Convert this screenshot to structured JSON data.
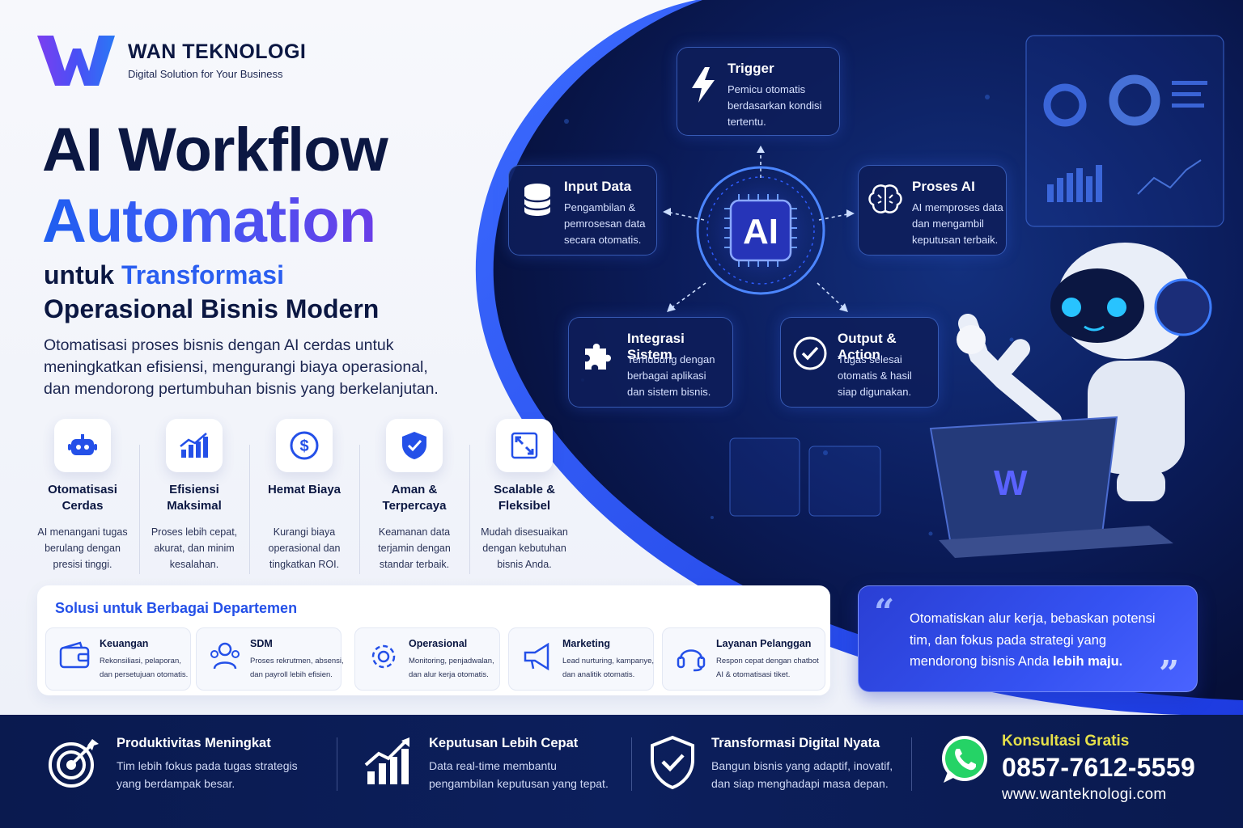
{
  "brand": {
    "name": "WAN TEKNOLOGI",
    "tagline": "Digital Solution for Your Business",
    "logo_letter": "W"
  },
  "hero": {
    "title_line1": "AI Workflow",
    "title_line2": "Automation",
    "sub_prefix": "untuk",
    "sub_highlight": "Transformasi",
    "sub_line2": "Operasional Bisnis Modern",
    "description": "Otomatisasi proses bisnis dengan AI cerdas untuk meningkatkan efisiensi, mengurangi biaya operasional, dan mendorong pertumbuhan bisnis yang berkelanjutan."
  },
  "features": [
    {
      "icon": "robot-icon",
      "title": "Otomatisasi Cerdas",
      "desc": "AI menangani tugas berulang dengan presisi tinggi."
    },
    {
      "icon": "growth-chart-icon",
      "title": "Efisiensi Maksimal",
      "desc": "Proses lebih cepat, akurat, dan minim kesalahan."
    },
    {
      "icon": "dollar-icon",
      "title": "Hemat Biaya",
      "desc": "Kurangi biaya operasional dan tingkatkan ROI."
    },
    {
      "icon": "shield-check-icon",
      "title": "Aman & Terpercaya",
      "desc": "Keamanan data terjamin dengan standar terbaik."
    },
    {
      "icon": "expand-icon",
      "title": "Scalable & Fleksibel",
      "desc": "Mudah disesuaikan dengan kebutuhan bisnis Anda."
    }
  ],
  "departments": {
    "title": "Solusi untuk Berbagai Departemen",
    "items": [
      {
        "icon": "wallet-icon",
        "name": "Keuangan",
        "desc": "Rekonsiliasi, pelaporan, dan persetujuan otomatis."
      },
      {
        "icon": "people-icon",
        "name": "SDM",
        "desc": "Proses rekrutmen, absensi, dan payroll lebih efisien."
      },
      {
        "icon": "gear-icon",
        "name": "Operasional",
        "desc": "Monitoring, penjadwalan, dan alur kerja otomatis."
      },
      {
        "icon": "megaphone-icon",
        "name": "Marketing",
        "desc": "Lead nurturing, kampanye, dan analitik otomatis."
      },
      {
        "icon": "headset-icon",
        "name": "Layanan Pelanggan",
        "desc": "Respon cepat dengan chatbot AI & otomatisasi tiket."
      }
    ]
  },
  "workflow": {
    "core_label": "AI",
    "steps": [
      {
        "icon": "lightning-icon",
        "title": "Trigger",
        "desc": "Pemicu otomatis berdasarkan kondisi tertentu."
      },
      {
        "icon": "database-icon",
        "title": "Input Data",
        "desc": "Pengambilan & pemrosesan data secara otomatis."
      },
      {
        "icon": "brain-icon",
        "title": "Proses AI",
        "desc": "AI memproses data dan mengambil keputusan terbaik."
      },
      {
        "icon": "puzzle-icon",
        "title": "Integrasi Sistem",
        "desc": "Terhubung dengan berbagai aplikasi dan sistem bisnis."
      },
      {
        "icon": "check-circle-icon",
        "title": "Output & Action",
        "desc": "Tugas selesai otomatis & hasil siap digunakan."
      }
    ]
  },
  "quote": {
    "text_main": "Otomatiskan alur kerja, bebaskan potensi tim, dan fokus pada strategi yang mendorong bisnis Anda",
    "text_bold": "lebih maju.",
    "open_mark": "“",
    "close_mark": "”"
  },
  "footer": {
    "items": [
      {
        "icon": "target-icon",
        "title": "Produktivitas Meningkat",
        "desc_l1": "Tim lebih fokus pada tugas strategis",
        "desc_l2": "yang berdampak besar."
      },
      {
        "icon": "bar-growth-icon",
        "title": "Keputusan Lebih Cepat",
        "desc_l1": "Data real-time membantu",
        "desc_l2": "pengambilan keputusan yang tepat."
      },
      {
        "icon": "shield-icon",
        "title": "Transformasi Digital Nyata",
        "desc_l1": "Bangun bisnis yang adaptif, inovatif,",
        "desc_l2": "dan siap menghadapi masa depan."
      }
    ],
    "cta": {
      "icon": "whatsapp-icon",
      "label": "Konsultasi Gratis",
      "phone": "0857-7612-5559",
      "website": "www.wanteknologi.com"
    }
  },
  "colors": {
    "navy": "#0b1742",
    "accent_blue": "#2a5ef0",
    "accent_purple": "#6a3ee8",
    "cta_yellow": "#e5e04a",
    "whatsapp_green": "#25d366"
  }
}
